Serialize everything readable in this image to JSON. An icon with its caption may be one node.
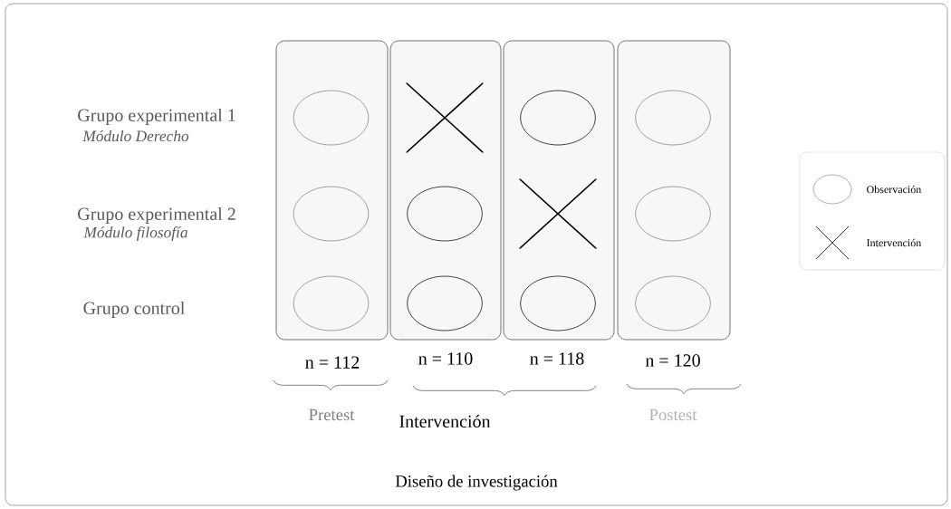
{
  "diagram": {
    "caption": "Diseño de investigación",
    "nodes": [
      {
        "text": [],
        "shape": "box"
      },
      {
        "text": [],
        "shape": "circle",
        "in": 0
      },
      {
        "text": [],
        "shape": "circle",
        "in": 0
      },
      {
        "text": [],
        "shape": "circle",
        "in": 0
      },
      {
        "text": [],
        "shape": "box"
      },
      {
        "text": [],
        "shape": "cross",
        "in": 4
      },
      {
        "text": [],
        "shape": "circle",
        "in": 4
      },
      {
        "text": [],
        "shape": "circle",
        "in": 4
      },
      {
        "text": [],
        "shape": "box"
      },
      {
        "text": [],
        "shape": "circle",
        "in": 8
      },
      {
        "text": [],
        "shape": "cross",
        "in": 8
      },
      {
        "text": [],
        "shape": "circle",
        "in": 8
      },
      {
        "text": [],
        "shape": "box"
      },
      {
        "text": [],
        "shape": "circle",
        "in": 12
      },
      {
        "text": [],
        "shape": "circle",
        "in": 12
      },
      {
        "text": [],
        "shape": "circle",
        "in": 12
      }
    ],
    "labels": [
      "Grupo experimental 1",
      "Módulo Derecho",
      "Grupo experimental 2",
      "Módulo filosofía",
      "Grupo control",
      "n = 112",
      "n = 110",
      "n = 118",
      "n = 120",
      "Pretest",
      "Intervención",
      "Postest"
    ],
    "legend": [
      {
        "text": "Observación"
      },
      {
        "text": "Intervención"
      }
    ]
  }
}
